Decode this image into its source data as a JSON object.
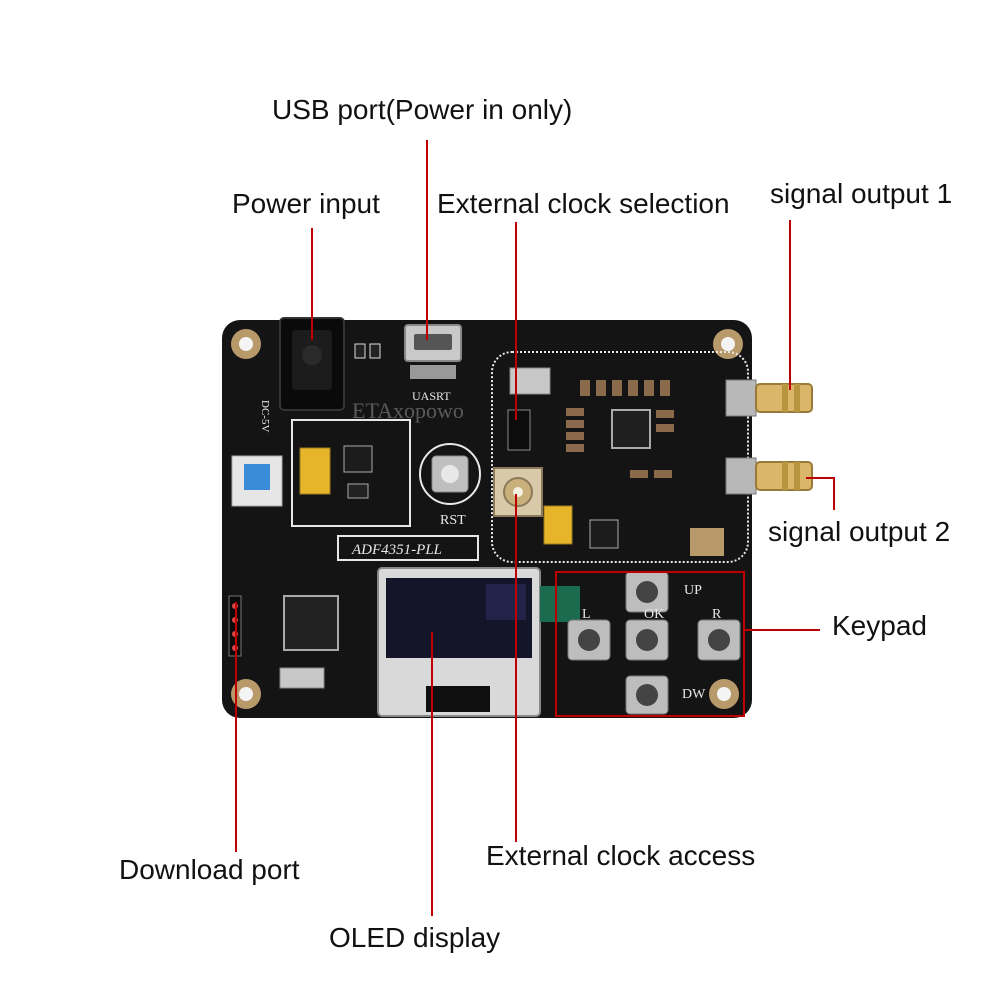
{
  "callouts": {
    "usb_port": "USB port(Power in only)",
    "power_input": "Power input",
    "external_clock_selection": "External clock selection",
    "signal_output_1": "signal output 1",
    "signal_output_2": "signal output 2",
    "keypad": "Keypad",
    "download_port": "Download port",
    "external_clock_access": "External clock access",
    "oled_display": "OLED display"
  },
  "board": {
    "model_label": "ADF4351-PLL",
    "dc_label": "DC-5V",
    "uart_label": "UASRT",
    "reset_label": "RST",
    "watermark": "ETAxopowo",
    "keys": {
      "up": "UP",
      "left": "L",
      "ok": "OK",
      "right": "R",
      "down": "DW"
    }
  },
  "colors": {
    "callout_line": "#c00000",
    "board": "#141414",
    "silkscreen": "#e8e8e8"
  }
}
